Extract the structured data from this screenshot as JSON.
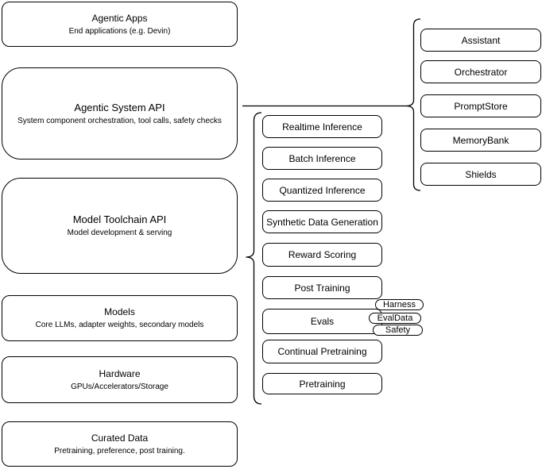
{
  "left_stack": [
    {
      "title": "Agentic Apps",
      "subtitle": "End applications (e.g. Devin)"
    },
    {
      "title": "Agentic System API",
      "subtitle": "System component orchestration, tool calls, safety checks"
    },
    {
      "title": "Model Toolchain API",
      "subtitle": "Model development & serving"
    },
    {
      "title": "Models",
      "subtitle": "Core LLMs, adapter weights, secondary models"
    },
    {
      "title": "Hardware",
      "subtitle": "GPUs/Accelerators/Storage"
    },
    {
      "title": "Curated Data",
      "subtitle": "Pretraining, preference, post training."
    }
  ],
  "toolchain": {
    "items": [
      "Realtime Inference",
      "Batch Inference",
      "Quantized Inference",
      "Synthetic Data Generation",
      "Reward Scoring",
      "Post Training",
      "Evals",
      "Continual Pretraining",
      "Pretraining"
    ]
  },
  "eval_tags": [
    "Harness",
    "EvalData",
    "Safety"
  ],
  "components": [
    "Assistant",
    "Orchestrator",
    "PromptStore",
    "MemoryBank",
    "Shields"
  ],
  "colors": {
    "stroke": "#000000",
    "fill": "#ffffff",
    "text": "#000000"
  }
}
